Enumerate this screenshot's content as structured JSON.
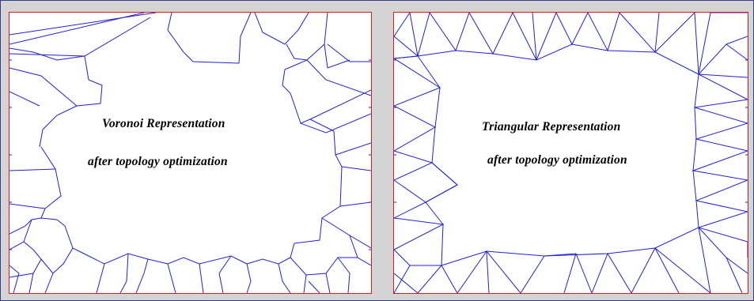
{
  "left_panel": {
    "title": "Voronoi  Representation",
    "subtitle": "after topology optimization"
  },
  "right_panel": {
    "title": "Triangular Representation",
    "subtitle": "after topology optimization"
  },
  "colors": {
    "background": "#d4d4d4",
    "panel_border": "#e01818",
    "mesh_lines": "#2020d8",
    "outer_border": "#3a3a8a",
    "text": "#000000"
  }
}
